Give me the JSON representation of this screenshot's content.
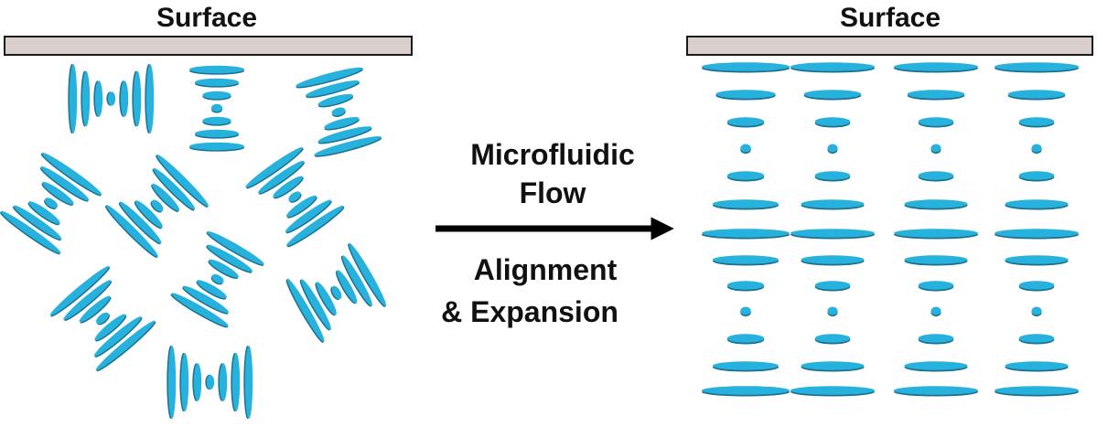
{
  "left_panel": {
    "surface_label": "Surface",
    "state": "disordered"
  },
  "right_panel": {
    "surface_label": "Surface",
    "state": "aligned",
    "columns": 4,
    "rows": 13
  },
  "process": {
    "line1": "Microfluidic",
    "line2": "Flow",
    "line3": "Alignment",
    "line4": "& Expansion"
  },
  "colors": {
    "surface_fill": "#d9cfcd",
    "surface_stroke": "#1a1a1a",
    "molecule_fill": "#27b2dd",
    "molecule_shadow": "#1d6f8c",
    "arrow": "#000000",
    "text": "#111111"
  }
}
